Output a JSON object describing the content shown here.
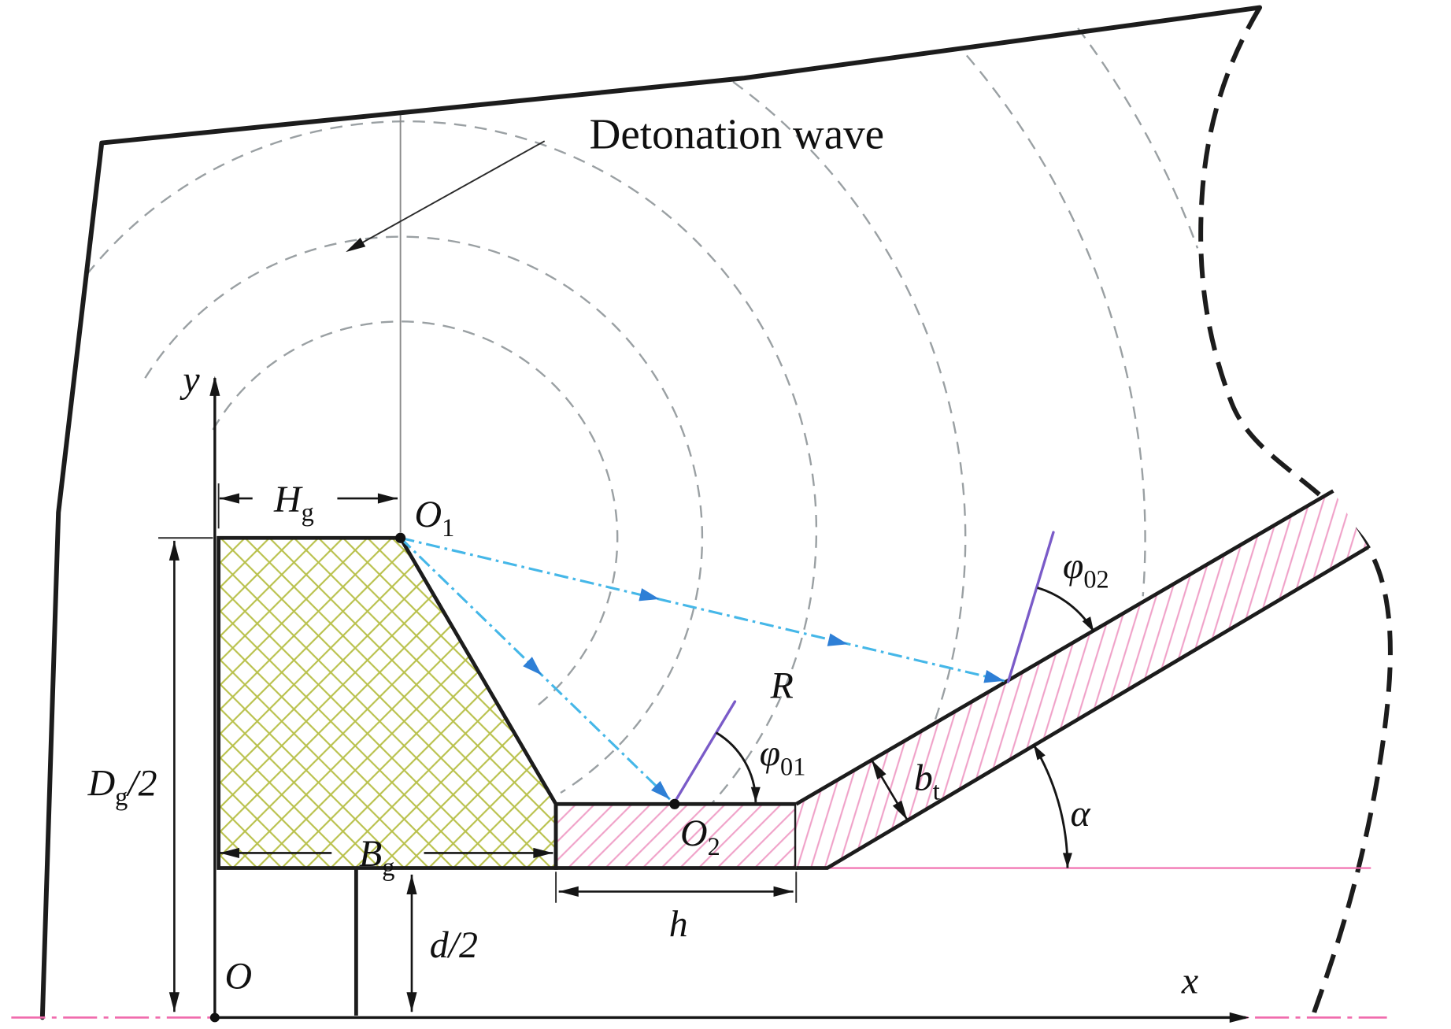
{
  "figure": {
    "caption": "Detonation wave",
    "axes": {
      "x": "x",
      "y": "y",
      "origin": "O"
    },
    "points": {
      "o1": {
        "base": "O",
        "sub": "1"
      },
      "o2": {
        "base": "O",
        "sub": "2"
      }
    },
    "dimensions": {
      "hg": {
        "base": "H",
        "sub": "g"
      },
      "dg_half": {
        "base": "D",
        "sub": "g",
        "suffix": "/2"
      },
      "bg": {
        "base": "B",
        "sub": "g"
      },
      "d_half": "d/2",
      "h": "h",
      "bt": {
        "base": "b",
        "sub": "t"
      }
    },
    "angles": {
      "phi01": {
        "base": "φ",
        "sub": "01"
      },
      "phi02": {
        "base": "φ",
        "sub": "02"
      },
      "alpha": "α"
    },
    "ray_label": "R"
  },
  "colors": {
    "outline": "#1c1c1c",
    "wave_arc": "#9aa0a3",
    "ray": "#45b7e8",
    "ray_arrow": "#2e7fd6",
    "purple": "#7a5bc8",
    "pink_hatch": "#f0a0c8",
    "pink_line": "#f06aac",
    "charge_hatch": "#b9c14c"
  }
}
